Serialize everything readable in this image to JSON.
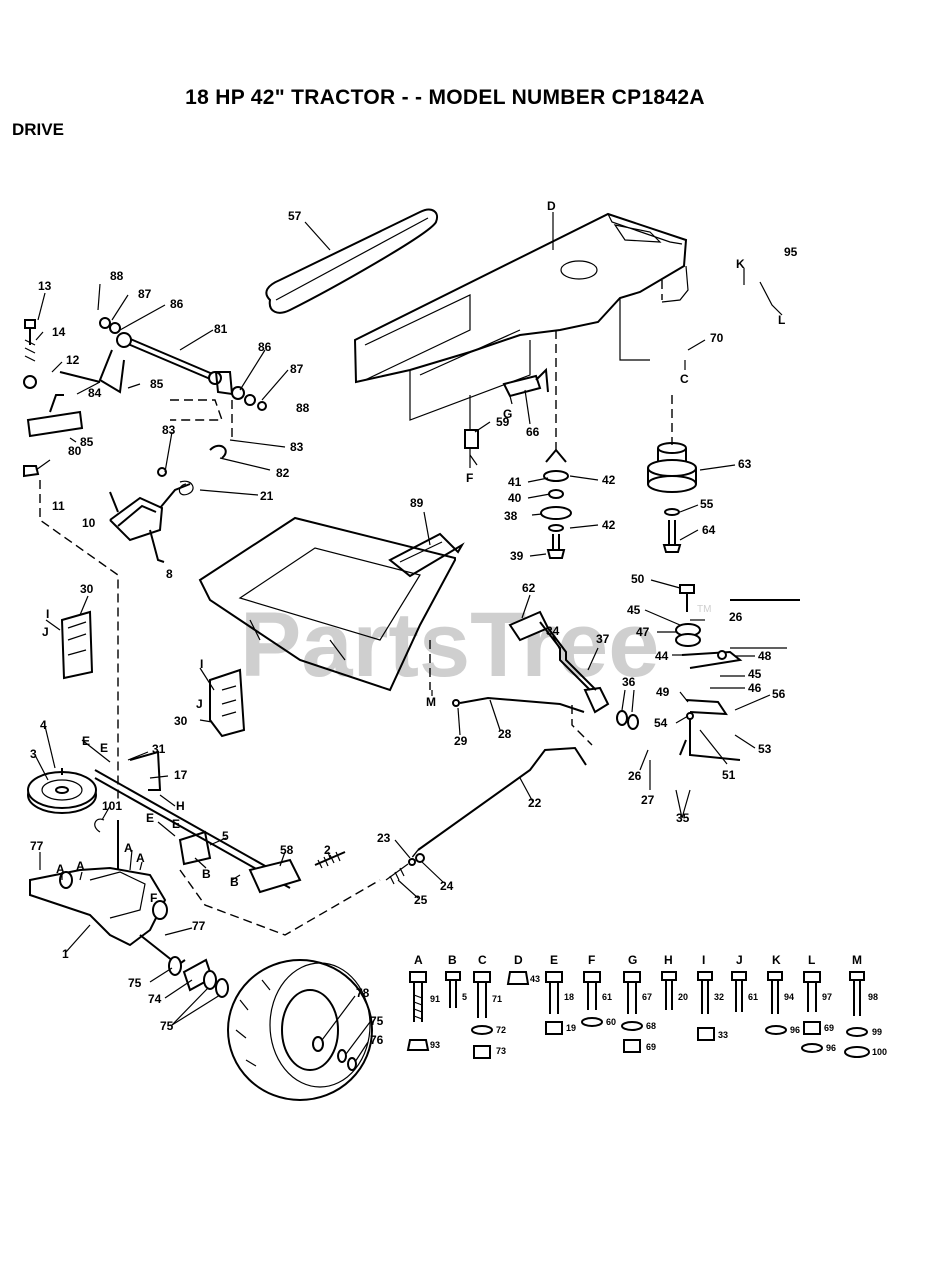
{
  "header": {
    "title": "18 HP 42\" TRACTOR - - MODEL NUMBER CP1842A",
    "section": "DRIVE"
  },
  "watermark": {
    "text": "PartsTree",
    "tm": "TM"
  },
  "colors": {
    "ink": "#000000",
    "watermark": "#cfcfcf",
    "background": "#ffffff"
  },
  "callouts": [
    "57",
    "D",
    "95",
    "K",
    "L",
    "13",
    "88",
    "87",
    "86",
    "81",
    "14",
    "12",
    "85",
    "84",
    "86",
    "87",
    "88",
    "70",
    "C",
    "66",
    "G",
    "59",
    "F",
    "83",
    "83",
    "82",
    "21",
    "80",
    "85",
    "11",
    "10",
    "8",
    "41",
    "42",
    "40",
    "38",
    "42",
    "39",
    "63",
    "55",
    "64",
    "89",
    "50",
    "45",
    "26",
    "47",
    "44",
    "48",
    "45",
    "46",
    "56",
    "62",
    "34",
    "37",
    "36",
    "49",
    "54",
    "53",
    "51",
    "26",
    "27",
    "35",
    "30",
    "J",
    "I",
    "I",
    "30",
    "J",
    "M",
    "29",
    "28",
    "4",
    "E",
    "E",
    "31",
    "17",
    "H",
    "3",
    "101",
    "5",
    "E",
    "E",
    "B",
    "B",
    "58",
    "2",
    "23",
    "24",
    "25",
    "22",
    "77",
    "A",
    "A",
    "A",
    "A",
    "F",
    "77",
    "1",
    "75",
    "74",
    "75",
    "78",
    "75",
    "76"
  ],
  "hardware": [
    {
      "letter": "A",
      "parts": [
        "91",
        "93"
      ]
    },
    {
      "letter": "B",
      "parts": [
        "5"
      ]
    },
    {
      "letter": "C",
      "parts": [
        "71",
        "72",
        "73"
      ]
    },
    {
      "letter": "D",
      "parts": [
        "43"
      ]
    },
    {
      "letter": "E",
      "parts": [
        "18",
        "19"
      ]
    },
    {
      "letter": "F",
      "parts": [
        "61",
        "60"
      ]
    },
    {
      "letter": "G",
      "parts": [
        "67",
        "68",
        "69"
      ]
    },
    {
      "letter": "H",
      "parts": [
        "20"
      ]
    },
    {
      "letter": "I",
      "parts": [
        "32",
        "33"
      ]
    },
    {
      "letter": "J",
      "parts": [
        "61"
      ]
    },
    {
      "letter": "K",
      "parts": [
        "94",
        "96"
      ]
    },
    {
      "letter": "L",
      "parts": [
        "97",
        "69",
        "96"
      ]
    },
    {
      "letter": "M",
      "parts": [
        "98",
        "99",
        "100"
      ]
    }
  ]
}
